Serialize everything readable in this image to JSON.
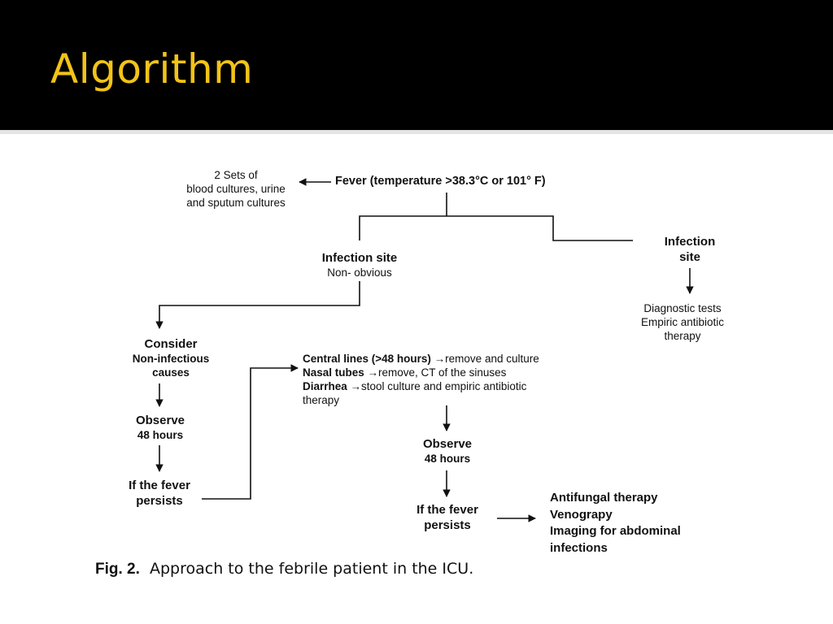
{
  "slide": {
    "title": "Algorithm"
  },
  "diagram": {
    "fever": "Fever (temperature >38.3°C or 101° F)",
    "cultures": [
      "2 Sets of",
      "blood cultures, urine",
      "and sputum cultures"
    ],
    "infection_site_nonobvious": {
      "title": "Infection site",
      "sub": "Non- obvious"
    },
    "infection_site": [
      "Infection",
      "site"
    ],
    "diagnostic": [
      "Diagnostic tests",
      "Empiric antibiotic",
      "therapy"
    ],
    "consider": {
      "title": "Consider",
      "lines": [
        "Non-infectious",
        "causes"
      ]
    },
    "observe_left": {
      "title": "Observe",
      "sub": "48 hours"
    },
    "persists_left": [
      "If the fever",
      "persists"
    ],
    "central_lines": {
      "bold": "Central lines (>48 hours) ",
      "arrow": "→",
      "rest": "remove and culture"
    },
    "nasal_tubes": {
      "bold": "Nasal tubes ",
      "arrow": "→",
      "rest": "remove, CT of the sinuses"
    },
    "diarrhea": {
      "bold": "Diarrhea ",
      "arrow": "→",
      "rest": "stool culture and empiric antibiotic",
      "cont": "therapy"
    },
    "observe_right": {
      "title": "Observe",
      "sub": "48 hours"
    },
    "persists_right": [
      "If the fever",
      "persists"
    ],
    "final": [
      "Antifungal therapy",
      "Venograpy",
      "Imaging for abdominal",
      "infections"
    ]
  },
  "caption": {
    "label": "Fig. 2.",
    "text": "Approach to the febrile patient in the ICU."
  }
}
